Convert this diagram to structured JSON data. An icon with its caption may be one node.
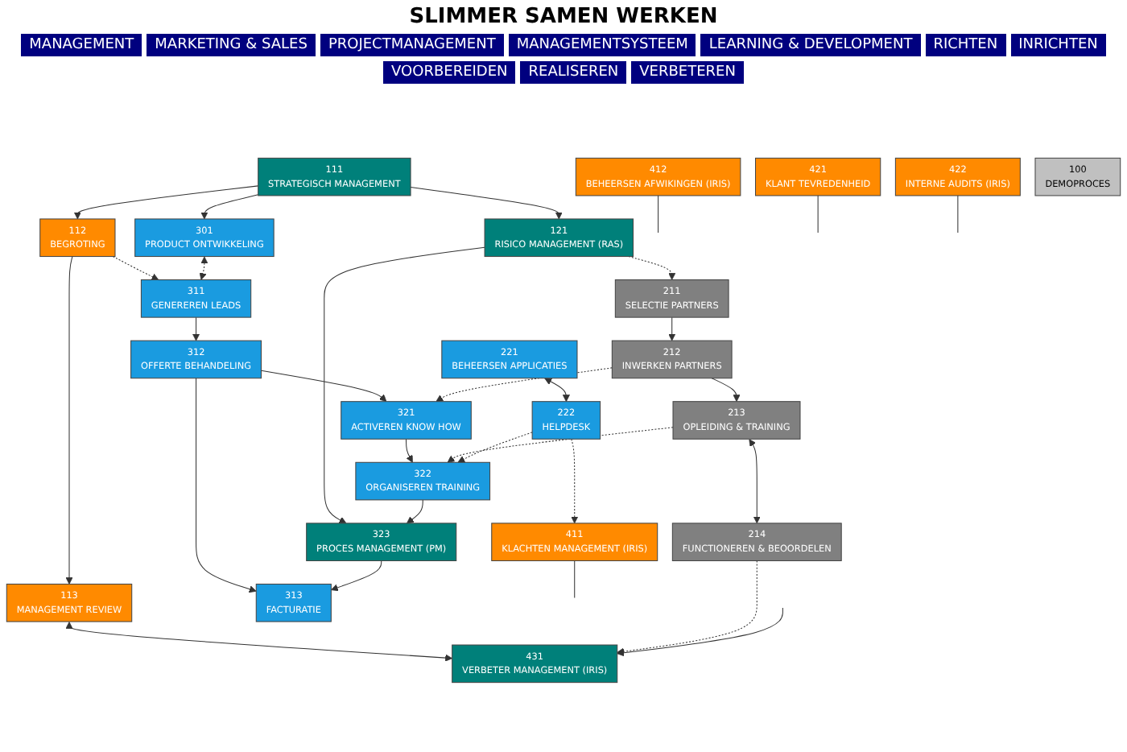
{
  "diagram": {
    "title": "SLIMMER SAMEN WERKEN",
    "nodes": [
      {
        "text": [
          "111",
          "STRATEGISCH MANAGEMENT"
        ]
      },
      {
        "text": [
          "112",
          "BEGROTING"
        ]
      },
      {
        "text": [
          "113",
          "MANAGEMENT REVIEW"
        ]
      },
      {
        "text": [
          "100",
          "DEMOPROCES"
        ]
      },
      {
        "text": [
          "121",
          "RISICO MANAGEMENT (RAS)"
        ]
      },
      {
        "text": [
          "211",
          "SELECTIE PARTNERS"
        ]
      },
      {
        "text": [
          "301",
          "PRODUCT ONTWIKKELING"
        ]
      },
      {
        "text": [
          "311",
          "GENEREREN LEADS"
        ]
      },
      {
        "text": [
          "221",
          "BEHEERSEN APPLICATIES"
        ]
      },
      {
        "text": [
          "312",
          "OFFERTE BEHANDELING"
        ]
      },
      {
        "text": [
          "321",
          "ACTIVEREN KNOW HOW"
        ]
      },
      {
        "text": [
          "212",
          "INWERKEN PARTNERS"
        ]
      },
      {
        "text": [
          "222",
          "HELPDESK"
        ]
      },
      {
        "text": [
          "322",
          "ORGANISEREN TRAINING"
        ]
      },
      {
        "text": [
          "213",
          "OPLEIDING & TRAINING"
        ]
      },
      {
        "text": [
          "313",
          "FACTURATIE"
        ]
      },
      {
        "text": [
          "323",
          "PROCES MANAGEMENT (PM)"
        ]
      },
      {
        "text": [
          "214",
          "FUNCTIONEREN & BEOORDELEN"
        ]
      },
      {
        "text": [
          "411",
          "KLACHTEN MANAGEMENT (IRIS)"
        ]
      },
      {
        "text": [
          "412",
          "BEHEERSEN AFWIKINGEN (IRIS)"
        ]
      },
      {
        "text": [
          "421",
          "KLANT TEVREDENHEID"
        ]
      },
      {
        "text": [
          "422",
          "INTERNE AUDITS (IRIS)"
        ]
      },
      {
        "text": [
          "431",
          "VERBETER MANAGEMENT (IRIS)"
        ]
      }
    ],
    "edges": [
      {
        "from": 0,
        "to": 1,
        "arrow": "to"
      },
      {
        "from": 1,
        "to": 2,
        "arrow": "to"
      },
      {
        "from": 2,
        "to": 22,
        "arrow": "both"
      },
      {
        "from": 0,
        "to": 6,
        "arrow": "to"
      },
      {
        "from": 0,
        "to": 4,
        "arrow": "to"
      },
      {
        "from": 1,
        "to": 7,
        "arrow": "to",
        "style": "dashed"
      },
      {
        "from": 4,
        "to": 5,
        "arrow": "to",
        "style": "dashed"
      },
      {
        "from": 4,
        "to": 16,
        "arrow": "to"
      },
      {
        "from": 5,
        "to": 11,
        "arrow": "to"
      },
      {
        "from": 6,
        "to": 7,
        "arrow": "both",
        "style": "dashed"
      },
      {
        "from": 7,
        "to": 9,
        "arrow": "to"
      },
      {
        "from": 9,
        "to": 10,
        "arrow": "to"
      },
      {
        "from": 11,
        "to": 10,
        "arrow": "to",
        "style": "dashed"
      },
      {
        "from": 8,
        "to": 12,
        "arrow": "both"
      },
      {
        "from": 10,
        "to": 13,
        "arrow": "to"
      },
      {
        "from": 14,
        "to": 13,
        "arrow": "to",
        "style": "dashed"
      },
      {
        "from": 12,
        "to": 13,
        "arrow": "to",
        "style": "dashed"
      },
      {
        "from": 11,
        "to": 14,
        "arrow": "to"
      },
      {
        "from": 9,
        "to": 15,
        "arrow": "to"
      },
      {
        "from": 13,
        "to": 16,
        "arrow": "to"
      },
      {
        "from": 14,
        "to": 17,
        "arrow": "both"
      },
      {
        "from": 16,
        "to": 15,
        "arrow": "to"
      },
      {
        "from": 12,
        "to": 18,
        "arrow": "to",
        "style": "dashed"
      },
      {
        "from": 17,
        "to": 22,
        "arrow": "to",
        "style": "dashed"
      },
      {
        "from": 18,
        "to": null,
        "arrow": "none"
      },
      {
        "from": 19,
        "to": null,
        "arrow": "none"
      },
      {
        "from": 20,
        "to": null,
        "arrow": "none"
      },
      {
        "from": 21,
        "to": null,
        "arrow": "none"
      },
      {
        "from": null,
        "to": 22,
        "arrow": "to"
      }
    ],
    "labels": [
      "MANAGEMENT",
      "MARKETING & SALES",
      "PROJECTMANAGEMENT",
      "MANAGEMENTSYSTEEM",
      "LEARNING & DEVELOPMENT",
      "RICHTEN",
      "INRICHTEN",
      "VOORBEREIDEN",
      "REALISEREN",
      "VERBETEREN"
    ]
  }
}
